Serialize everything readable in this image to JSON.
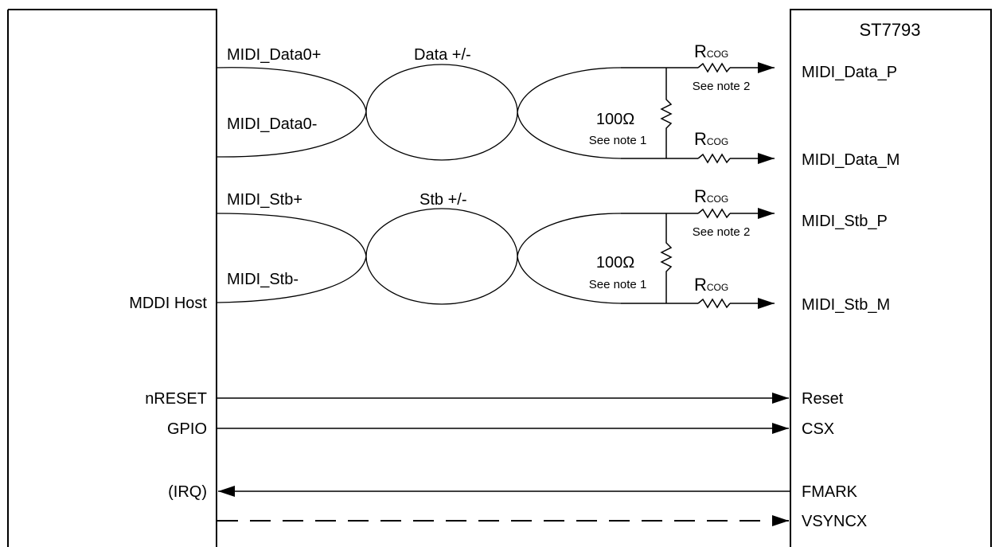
{
  "host": {
    "title": "MDDI Host",
    "signals": {
      "data_pos": "MIDI_Data0+",
      "data_neg": "MIDI_Data0-",
      "stb_pos": "MIDI_Stb+",
      "stb_neg": "MIDI_Stb-",
      "reset": "nRESET",
      "gpio": "GPIO",
      "irq": "(IRQ)"
    }
  },
  "device": {
    "title": "ST7793",
    "pins": {
      "data_p": "MIDI_Data_P",
      "data_m": "MIDI_Data_M",
      "stb_p": "MIDI_Stb_P",
      "stb_m": "MIDI_Stb_M",
      "reset": "Reset",
      "csx": "CSX",
      "fmark": "FMARK",
      "vsyncx": "VSYNCX"
    }
  },
  "pairs": {
    "data": "Data +/-",
    "stb": "Stb +/-"
  },
  "components": {
    "rcog_letter": "R",
    "rcog_sub": "COG",
    "rcog_note": "See note 2",
    "termination_value": "100Ω",
    "termination_note": "See note 1"
  },
  "colors": {
    "line": "#000000",
    "background": "#ffffff"
  }
}
